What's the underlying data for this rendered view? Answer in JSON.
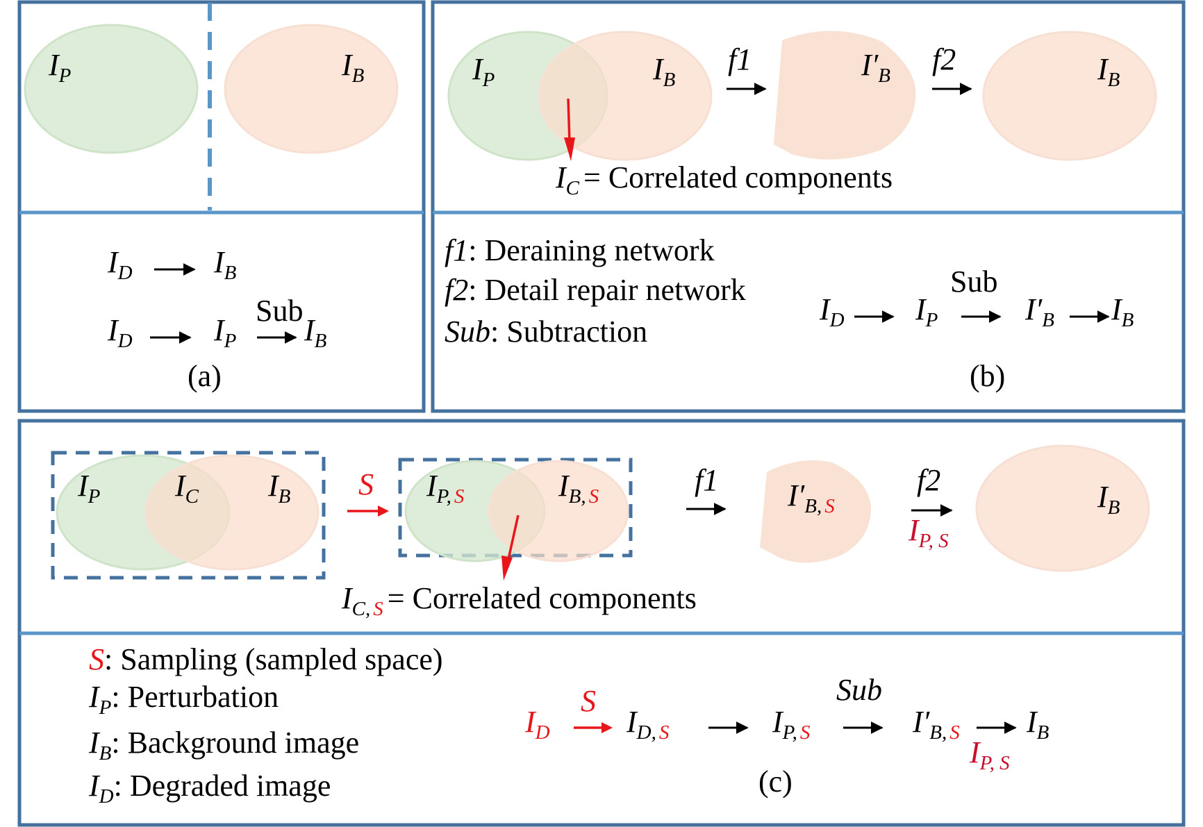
{
  "panel_a": {
    "caption": "(a)",
    "circles": [
      {
        "symbol": "I",
        "sub": "P",
        "color": "#d5e8cf"
      },
      {
        "symbol": "I",
        "sub": "B",
        "color": "#f9dccb"
      }
    ],
    "equations": [
      {
        "from": {
          "symbol": "I",
          "sub": "D"
        },
        "to": {
          "symbol": "I",
          "sub": "B"
        }
      },
      {
        "from": {
          "symbol": "I",
          "sub": "D"
        },
        "mid": {
          "symbol": "I",
          "sub": "P"
        },
        "op_label": "Sub",
        "to": {
          "symbol": "I",
          "sub": "B"
        }
      }
    ]
  },
  "panel_b": {
    "caption": "(b)",
    "circles": [
      {
        "symbol": "I",
        "sub": "P"
      },
      {
        "symbol": "I",
        "sub": "B"
      },
      {
        "symbol": "I′",
        "sub": "B"
      },
      {
        "symbol": "I",
        "sub": "B"
      }
    ],
    "arrow_labels": {
      "f1": "f1",
      "f2": "f2"
    },
    "correlated": {
      "symbol": "I",
      "sub": "C",
      "text": "= Correlated components"
    },
    "legend": [
      {
        "key": "f1",
        "text": ": Deraining network"
      },
      {
        "key": "f2",
        "text": ": Detail repair network"
      },
      {
        "key": "Sub",
        "text": ": Subtraction"
      }
    ],
    "equation": {
      "terms": [
        {
          "symbol": "I",
          "sub": "D"
        },
        {
          "symbol": "I",
          "sub": "P"
        },
        {
          "symbol": "I′",
          "sub": "B"
        },
        {
          "symbol": "I",
          "sub": "B"
        }
      ],
      "op_label": "Sub"
    }
  },
  "panel_c": {
    "caption": "(c)",
    "original_space": [
      {
        "symbol": "I",
        "sub": "P"
      },
      {
        "symbol": "I",
        "sub": "C"
      },
      {
        "symbol": "I",
        "sub": "B"
      }
    ],
    "sampling_label": "S",
    "sampled_space": [
      {
        "symbol": "I",
        "sub": "P,",
        "sub_red": "S"
      },
      {
        "symbol": "I",
        "sub": "B,",
        "sub_red": "S"
      }
    ],
    "f1": "f1",
    "f2": "f2",
    "restored": {
      "symbol": "I′",
      "sub": "B,",
      "sub_red": "S"
    },
    "f2_input": {
      "symbol": "I",
      "sub": "P, S"
    },
    "final": {
      "symbol": "I",
      "sub": "B"
    },
    "correlated": {
      "symbol": "I",
      "sub": "C,",
      "sub_red": "S",
      "text": "= Correlated components"
    },
    "legend": [
      {
        "key": "S",
        "key_sub": "",
        "text": ": Sampling (sampled space)",
        "key_color": "#e8161b"
      },
      {
        "key": "I",
        "key_sub": "P",
        "text": ": Perturbation"
      },
      {
        "key": "I",
        "key_sub": "B",
        "text": ": Background image"
      },
      {
        "key": "I",
        "key_sub": "D",
        "text": ": Degraded image"
      }
    ],
    "equation": {
      "start": {
        "symbol": "I",
        "sub": "D"
      },
      "sample_label": "S",
      "t1": {
        "symbol": "I",
        "sub": "D,",
        "sub_red": "S"
      },
      "t2": {
        "symbol": "I",
        "sub": "P,",
        "sub_red": "S"
      },
      "op_label": "Sub",
      "t3": {
        "symbol": "I′",
        "sub": "B,",
        "sub_red": "S"
      },
      "t3_under": {
        "symbol": "I",
        "sub": "P, S"
      },
      "end": {
        "symbol": "I",
        "sub": "B"
      }
    }
  },
  "colors": {
    "frame": "#44719e",
    "divider": "#5b96cb",
    "green_fill": "#d5e8cf",
    "peach_fill": "#f9dccb",
    "accent_red": "#e8161b"
  }
}
